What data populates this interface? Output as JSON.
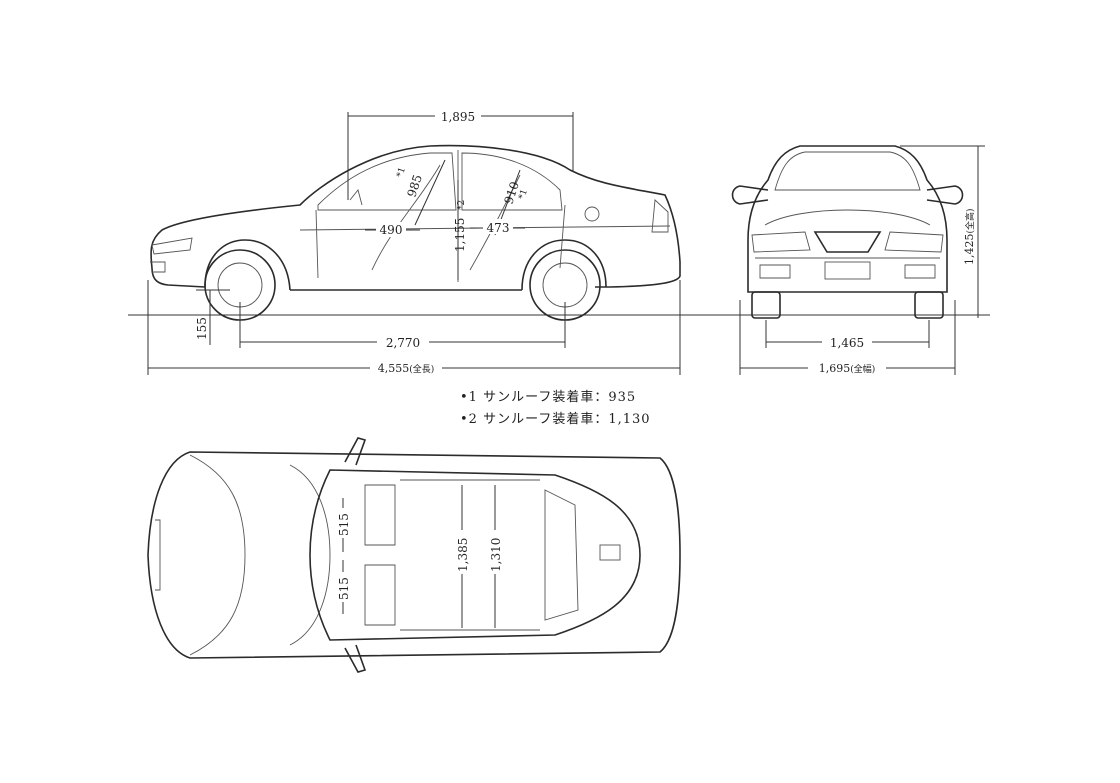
{
  "side_view": {
    "dim_roof_length": "1,895",
    "dim_front_headroom": "985",
    "dim_front_headroom_mark": "*1",
    "dim_rear_headroom": "910",
    "dim_rear_headroom_mark": "*1",
    "dim_front_seat": "490",
    "dim_rear_seat": "473",
    "dim_interior_height": "1,155",
    "dim_interior_height_mark": "*2",
    "dim_ground_clearance": "155",
    "dim_wheelbase": "2,770",
    "dim_overall_length": "4,555",
    "dim_overall_length_note": "(全長)"
  },
  "front_view": {
    "dim_overall_height": "1,425",
    "dim_overall_height_note": "(全高)",
    "dim_tread": "1,465",
    "dim_overall_width": "1,695",
    "dim_overall_width_note": "(全幅)"
  },
  "notes": [
    {
      "mark": "•1",
      "text": "サンルーフ装着車：935"
    },
    {
      "mark": "•2",
      "text": "サンルーフ装着車：1,130"
    }
  ],
  "top_view": {
    "dim_seat_width_left": "515",
    "dim_seat_width_right": "515",
    "dim_cabin_width_front": "1,385",
    "dim_cabin_width_rear": "1,310"
  }
}
